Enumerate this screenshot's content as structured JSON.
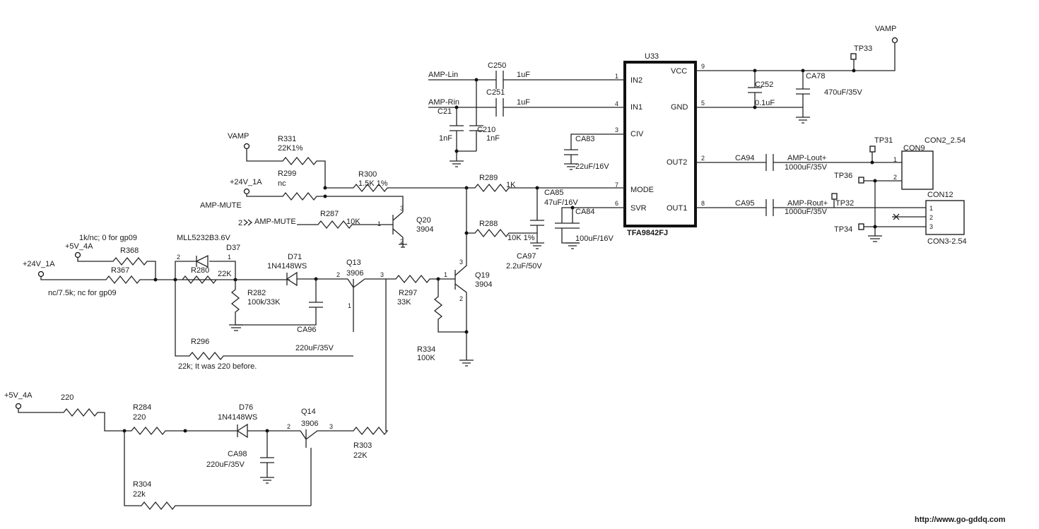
{
  "ic": {
    "ref": "U33",
    "part": "TFA9842FJ",
    "pins": {
      "in2": "IN2",
      "in1": "IN1",
      "civ": "CIV",
      "mode": "MODE",
      "svr": "SVR",
      "vcc": "VCC",
      "gnd": "GND",
      "out2": "OUT2",
      "out1": "OUT1"
    },
    "pin_numbers": {
      "in2": "1",
      "in1": "4",
      "civ": "3",
      "mode": "7",
      "svr": "6",
      "vcc": "9",
      "gnd": "5",
      "out2": "2",
      "out1": "8"
    }
  },
  "nets": {
    "amp_lin": "AMP-Lin",
    "amp_rin": "AMP-Rin",
    "vamp_top": "VAMP",
    "vamp_left": "VAMP",
    "v24_top": "+24V_1A",
    "amp_mute_left": "AMP-MUTE",
    "amp_mute_port": "AMP-MUTE",
    "v5_left": "+5V_4A",
    "v24_left": "+24V_1A",
    "v5_bottom": "+5V_4A",
    "amp_lout": "AMP-Lout+",
    "amp_rout": "AMP-Rout+"
  },
  "caps": {
    "c250": {
      "ref": "C250",
      "val": "1uF"
    },
    "c251": {
      "ref": "C251",
      "val": "1uF"
    },
    "c21": {
      "ref": "C21",
      "val": "1nF"
    },
    "c210": {
      "ref": "C210",
      "val": "1nF"
    },
    "c252": {
      "ref": "C252",
      "val": "0.1uF"
    },
    "ca78": {
      "ref": "CA78",
      "val": "470uF/35V"
    },
    "ca83": {
      "ref": "CA83",
      "val": "22uF/16V"
    },
    "ca85": {
      "ref": "CA85",
      "val": "47uF/16V"
    },
    "ca84": {
      "ref": "CA84",
      "val": "100uF/16V"
    },
    "ca97": {
      "ref": "CA97",
      "val": "2.2uF/50V"
    },
    "ca94": {
      "ref": "CA94",
      "val": "1000uF/35V"
    },
    "ca95": {
      "ref": "CA95",
      "val": "1000uF/35V"
    },
    "ca96": {
      "ref": "CA96",
      "val": "220uF/35V"
    },
    "ca98": {
      "ref": "CA98",
      "val": "220uF/35V"
    }
  },
  "resistors": {
    "r331": {
      "ref": "R331",
      "val": "22K1%"
    },
    "r299": {
      "ref": "R299",
      "val": "nc"
    },
    "r300": {
      "ref": "R300",
      "val": "1.5K 1%"
    },
    "r287": {
      "ref": "R287",
      "val": "10K"
    },
    "r289": {
      "ref": "R289",
      "val": "1K"
    },
    "r288": {
      "ref": "R288",
      "val": "10K 1%"
    },
    "r368": {
      "ref": "R368"
    },
    "r367": {
      "ref": "R367"
    },
    "r280": {
      "ref": "R280",
      "val": "22K"
    },
    "r282": {
      "ref": "R282",
      "val": "100k/33K"
    },
    "r297": {
      "ref": "R297",
      "val": "33K"
    },
    "r334": {
      "ref": "R334",
      "val": "100K"
    },
    "r296": {
      "ref": "R296"
    },
    "r284": {
      "ref": "R284",
      "val": "220"
    },
    "r303": {
      "ref": "R303",
      "val": "22K"
    },
    "r304": {
      "ref": "R304",
      "val": "22k"
    },
    "r_in": {
      "val": "220"
    }
  },
  "diodes": {
    "d37": {
      "ref": "D37",
      "part": "MLL5232B3.6V"
    },
    "d71": {
      "ref": "D71",
      "part": "1N4148WS"
    },
    "d76": {
      "ref": "D76",
      "part": "1N4148WS"
    }
  },
  "transistors": {
    "q20": {
      "ref": "Q20",
      "part": "3904"
    },
    "q13": {
      "ref": "Q13",
      "part": "3906"
    },
    "q19": {
      "ref": "Q19",
      "part": "3904"
    },
    "q14": {
      "ref": "Q14",
      "part": "3906"
    }
  },
  "testpoints": {
    "tp33": "TP33",
    "tp31": "TP31",
    "tp36": "TP36",
    "tp32": "TP32",
    "tp34": "TP34"
  },
  "connectors": {
    "con9": {
      "ref": "CON9",
      "type": "CON2_2.54",
      "pins": [
        "1",
        "2"
      ]
    },
    "con12": {
      "ref": "CON12",
      "type": "CON3-2.54",
      "pins": [
        "1",
        "2",
        "3"
      ]
    }
  },
  "notes": {
    "note1": "1k/nc;  0 for gp09",
    "note2": "nc/7.5k;  nc for gp09",
    "note3": "22k; It was 220 before."
  },
  "mute_port_pin": "2",
  "pin_marks": {
    "one": "1",
    "two": "2",
    "three": "3"
  },
  "watermark": "http://www.go-gddq.com"
}
